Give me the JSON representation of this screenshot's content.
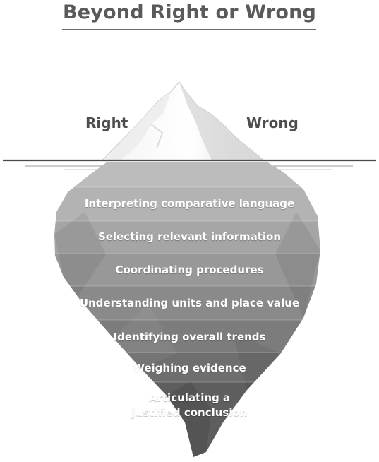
{
  "title": "Beyond Right or Wrong",
  "tip": {
    "left_label": "Right",
    "right_label": "Wrong"
  },
  "layers": [
    {
      "label": "Interpreting comparative language"
    },
    {
      "label": "Selecting relevant information"
    },
    {
      "label": "Coordinating procedures"
    },
    {
      "label": "Understanding units and place value"
    },
    {
      "label": "Identifying overall trends"
    },
    {
      "label": "Weighing evidence"
    },
    {
      "label": "Articulating a\njustified conclusion"
    }
  ],
  "colors": {
    "title": "#5a5a5a",
    "band_light": "#b9b9b9",
    "band_dark": "#5e5e5e",
    "band_text": "#ffffff"
  }
}
